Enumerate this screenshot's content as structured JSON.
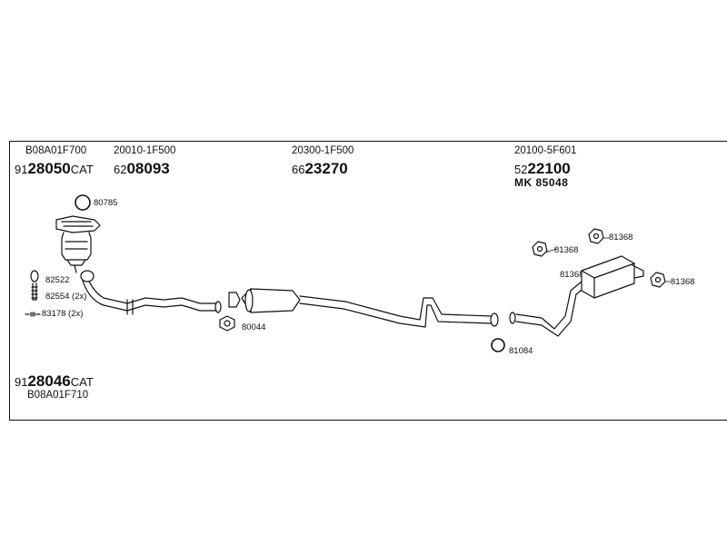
{
  "groups": [
    {
      "oe": "B08A01F700",
      "pre": "91",
      "main": "28050",
      "suf": "CAT"
    },
    {
      "oe": "20010-1F500",
      "pre": "62",
      "main": "08093",
      "suf": ""
    },
    {
      "oe": "20300-1F500",
      "pre": "66",
      "main": "23270",
      "suf": ""
    },
    {
      "oe": "20100-5F601",
      "pre": "52",
      "main": "22100",
      "suf": ""
    }
  ],
  "mk_label": "MK  85048",
  "bottom_group": {
    "oe": "B08A01F710",
    "pre": "91",
    "main": "28046",
    "suf": "CAT"
  },
  "small_parts": {
    "p80785": "80785",
    "p82522": "82522",
    "p82554": "82554 (2x)",
    "p83178": "83178 (2x)",
    "p80044": "80044",
    "p81084": "81084",
    "p81368a": "81368",
    "p81368b": "81368",
    "p81368c": "81368",
    "p81368d": "81368"
  },
  "colors": {
    "line": "#111111",
    "fill": "#ffffff",
    "shade": "#cfcfcf"
  }
}
